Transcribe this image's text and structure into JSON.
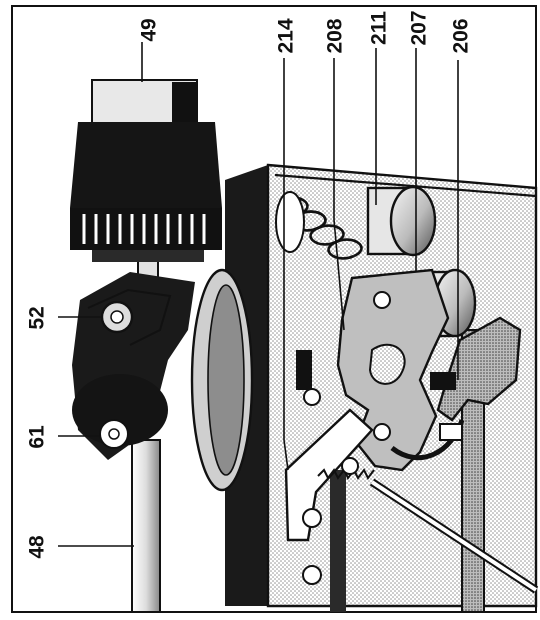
{
  "diagram": {
    "callouts": [
      {
        "id": "c49",
        "text": "49"
      },
      {
        "id": "c214",
        "text": "214"
      },
      {
        "id": "c208",
        "text": "208"
      },
      {
        "id": "c211",
        "text": "211"
      },
      {
        "id": "c207",
        "text": "207"
      },
      {
        "id": "c206",
        "text": "206"
      },
      {
        "id": "c52",
        "text": "52"
      },
      {
        "id": "c61",
        "text": "61"
      },
      {
        "id": "c48",
        "text": "48"
      }
    ]
  },
  "colors": {
    "ink": "#111111",
    "paper": "#ffffff",
    "light-shade": "#dcdcdc",
    "mid-shade": "#9a9a9a",
    "dark-shade": "#4a4a4a"
  }
}
